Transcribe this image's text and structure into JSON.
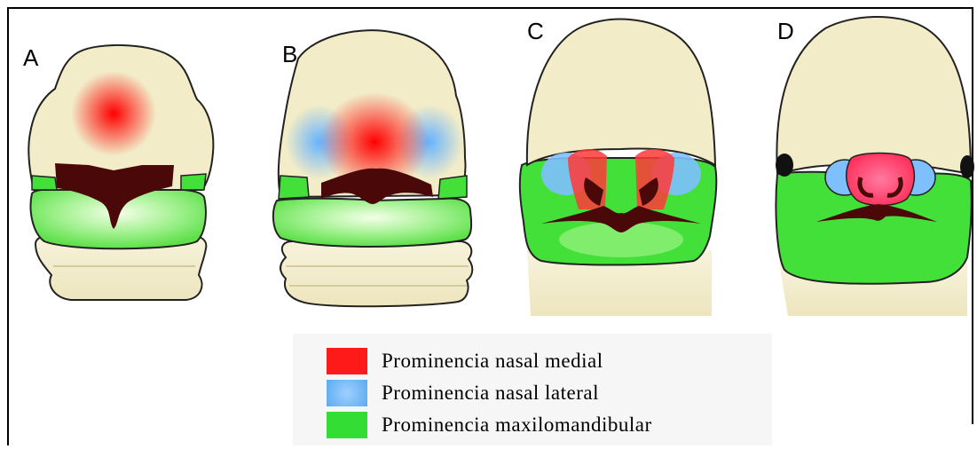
{
  "panels": [
    {
      "id": "A",
      "label": "A"
    },
    {
      "id": "B",
      "label": "B"
    },
    {
      "id": "C",
      "label": "C"
    },
    {
      "id": "D",
      "label": "D"
    }
  ],
  "legend": {
    "items": [
      {
        "label": "Prominencia nasal medial",
        "color": "#ff1a1a"
      },
      {
        "label": "Prominencia nasal lateral",
        "color": "#66b3ff"
      },
      {
        "label": "Prominencia maxilomandibular",
        "color": "#33dd33"
      }
    ]
  },
  "colors": {
    "skin": "#f2ecc8",
    "dark_tissue": "#4a0808",
    "green": "#44e03a",
    "outline": "#222222",
    "eye": "#111111"
  }
}
